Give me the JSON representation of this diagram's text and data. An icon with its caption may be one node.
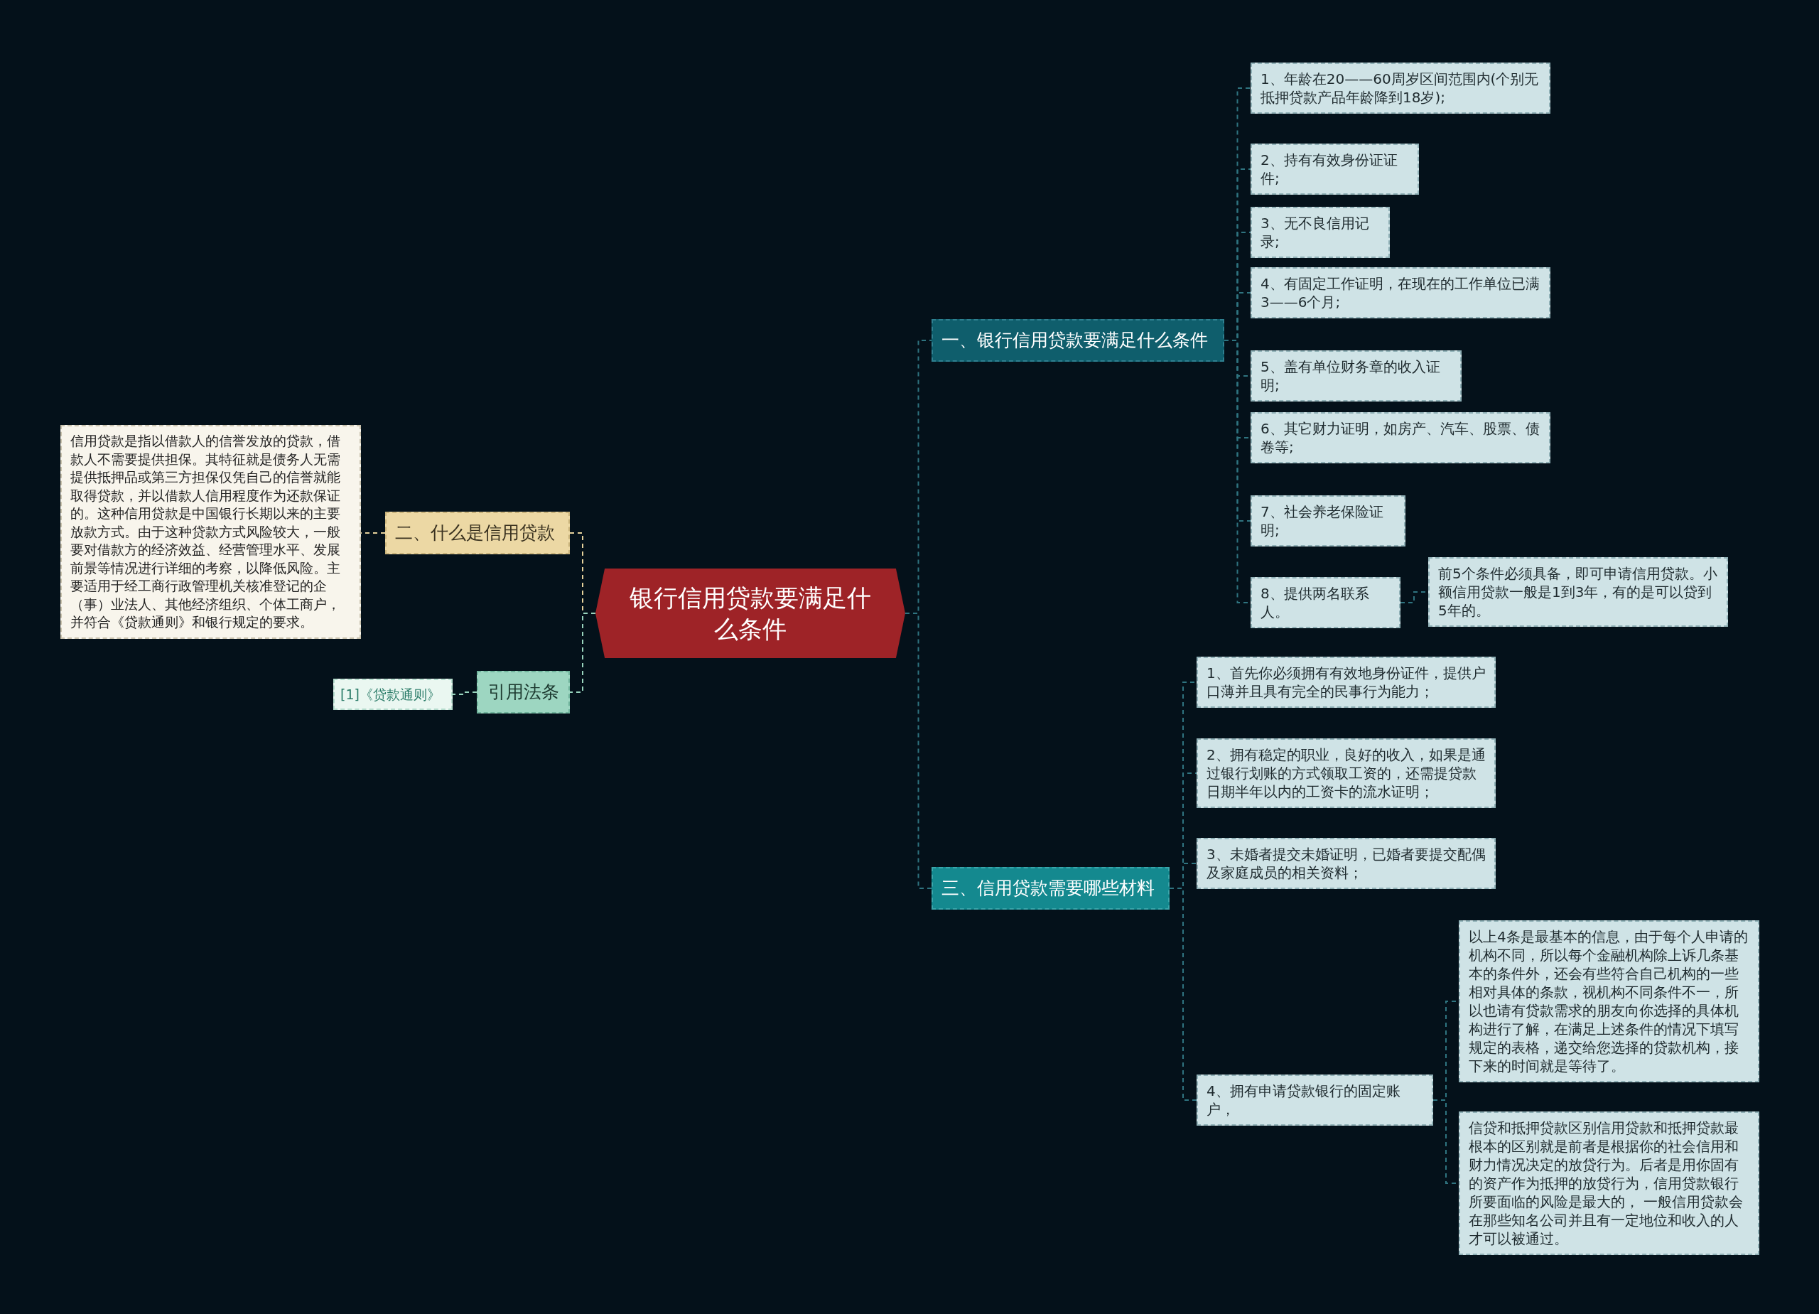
{
  "diagram": {
    "nodes": [
      {
        "text": [
          "银行信用贷款要满足什么条件"
        ]
      },
      {
        "text": [
          "一、银行信用贷款要满足什么条件"
        ]
      },
      {
        "text": [
          "1、年龄在20——60周岁区间范围内(个别无抵押贷款产品年龄降到18岁);"
        ]
      },
      {
        "text": [
          "2、持有有效身份证证件;"
        ]
      },
      {
        "text": [
          "3、无不良信用记录;"
        ]
      },
      {
        "text": [
          "4、有固定工作证明，在现在的工作单位已满3——6个月;"
        ]
      },
      {
        "text": [
          "5、盖有单位财务章的收入证明;"
        ]
      },
      {
        "text": [
          "6、其它财力证明，如房产、汽车、股票、债卷等;"
        ]
      },
      {
        "text": [
          "7、社会养老保险证明;"
        ]
      },
      {
        "text": [
          "8、提供两名联系人。"
        ]
      },
      {
        "text": [
          "前5个条件必须具备，即可申请信用贷款。小额信用贷款一般是1到3年，有的是可以贷到5年的。"
        ]
      },
      {
        "text": [
          "三、信用贷款需要哪些材料"
        ]
      },
      {
        "text": [
          "1、首先你必须拥有有效地身份证件，提供户口薄并且具有完全的民事行为能力；"
        ]
      },
      {
        "text": [
          "2、拥有稳定的职业，良好的收入，如果是通过银行划账的方式领取工资的，还需提贷款日期半年以内的工资卡的流水证明；"
        ]
      },
      {
        "text": [
          "3、未婚者提交未婚证明，已婚者要提交配偶及家庭成员的相关资料；"
        ]
      },
      {
        "text": [
          "4、拥有申请贷款银行的固定账户，"
        ]
      },
      {
        "text": [
          "以上4条是最基本的信息，由于每个人申请的机构不同，所以每个金融机构除上诉几条基本的条件外，还会有些符合自己机构的一些相对具体的条款，视机构不同条件不一，所以也请有贷款需求的朋友向你选择的具体机构进行了解，在满足上述条件的情况下填写规定的表格，递交给您选择的贷款机构，接下来的时间就是等待了。"
        ]
      },
      {
        "text": [
          "信贷和抵押贷款区别信用贷款和抵押贷款最根本的区别就是前者是根据你的社会信用和财力情况决定的放贷行为。后者是用你固有的资产作为抵押的放贷行为，信用贷款银行所要面临的风险是最大的， 一般信用贷款会在那些知名公司并且有一定地位和收入的人才可以被通过。"
        ]
      },
      {
        "text": [
          "二、什么是信用贷款"
        ]
      },
      {
        "text": [
          "信用贷款是指以借款人的信誉发放的贷款，借款人不需要提供担保。其特征就是债务人无需提供抵押品或第三方担保仅凭自己的信誉就能取得贷款，并以借款人信用程度作为还款保证的。这种信用贷款是中国银行长期以来的主要放款方式。由于这种贷款方式风险较大，一般要对借款方的经济效益、经营管理水平、发展前景等情况进行详细的考察，以降低风险。主要适用于经工商行政管理机关核准登记的企（事）业法人、其他经济组织、个体工商户，并符合《贷款通则》和银行规定的要求。"
        ]
      },
      {
        "text": [
          "引用法条"
        ]
      },
      {
        "text": [
          "[1]《贷款通则》"
        ]
      }
    ],
    "edges": [
      {
        "from": 0,
        "to": 1,
        "arrow": "none"
      },
      {
        "from": 1,
        "to": 2,
        "arrow": "none"
      },
      {
        "from": 1,
        "to": 3,
        "arrow": "none"
      },
      {
        "from": 1,
        "to": 4,
        "arrow": "none"
      },
      {
        "from": 1,
        "to": 5,
        "arrow": "none"
      },
      {
        "from": 1,
        "to": 6,
        "arrow": "none"
      },
      {
        "from": 1,
        "to": 7,
        "arrow": "none"
      },
      {
        "from": 1,
        "to": 8,
        "arrow": "none"
      },
      {
        "from": 1,
        "to": 9,
        "arrow": "none"
      },
      {
        "from": 9,
        "to": 10,
        "arrow": "none"
      },
      {
        "from": 0,
        "to": 11,
        "arrow": "none"
      },
      {
        "from": 11,
        "to": 12,
        "arrow": "none"
      },
      {
        "from": 11,
        "to": 13,
        "arrow": "none"
      },
      {
        "from": 11,
        "to": 14,
        "arrow": "none"
      },
      {
        "from": 11,
        "to": 15,
        "arrow": "none"
      },
      {
        "from": 15,
        "to": 16,
        "arrow": "none"
      },
      {
        "from": 15,
        "to": 17,
        "arrow": "none"
      },
      {
        "from": 0,
        "to": 18,
        "arrow": "none",
        "color": "#e6d29c"
      },
      {
        "from": 18,
        "to": 19,
        "arrow": "none",
        "color": "#e6d29c"
      },
      {
        "from": 0,
        "to": 20,
        "arrow": "none",
        "color": "#98d4bd"
      },
      {
        "from": 20,
        "to": 21,
        "arrow": "none",
        "color": "#98d4bd"
      }
    ]
  }
}
